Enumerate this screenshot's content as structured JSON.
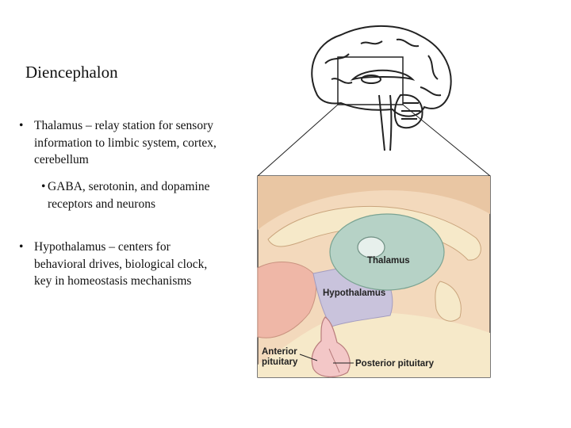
{
  "slide": {
    "title": "Diencephalon",
    "bullets": [
      {
        "marker": "•",
        "text": "Thalamus – relay station for sensory information to limbic system, cortex, cerebellum"
      },
      {
        "marker": "•",
        "text": "GABA, serotonin, and dopamine receptors and neurons"
      },
      {
        "marker": "•",
        "text": "Hypothalamus – centers for behavioral drives, biological clock, key in homeostasis mechanisms"
      }
    ]
  },
  "figure": {
    "labels": {
      "thalamus": "Thalamus",
      "hypothalamus": "Hypothalamus",
      "anterior_line1": "Anterior",
      "anterior_line2": "pituitary",
      "posterior": "Posterior pituitary"
    },
    "colors": {
      "thalamus": "#b6d2c6",
      "hypothalamus": "#c9c3dc",
      "tissue": "#f3d9bc",
      "white_matter": "#f6e9c9",
      "pituitary": "#f3c7c7",
      "outline": "#333333"
    }
  }
}
